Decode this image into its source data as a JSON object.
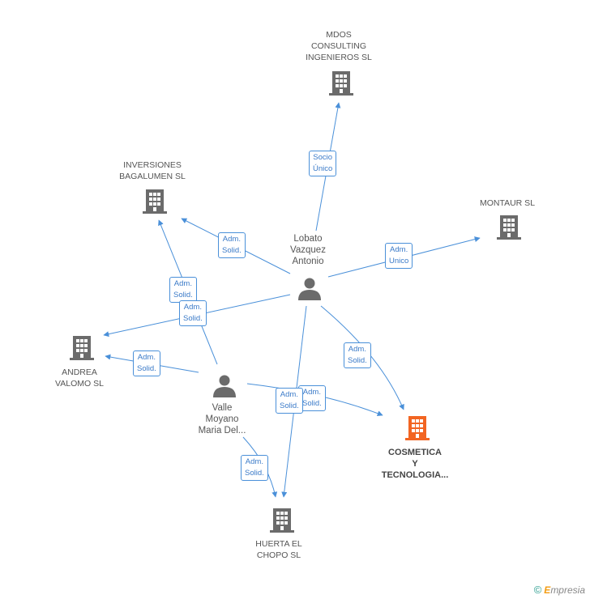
{
  "nodes": {
    "mdos": {
      "label": "MDOS\nCONSULTING\nINGENIEROS SL"
    },
    "inversiones": {
      "label": "INVERSIONES\nBAGALUMEN SL"
    },
    "montaur": {
      "label": "MONTAUR SL"
    },
    "andrea": {
      "label": "ANDREA\nVALOMO SL"
    },
    "cosmetica": {
      "label": "COSMETICA\nY\nTECNOLOGIA..."
    },
    "huerta": {
      "label": "HUERTA EL\nCHOPO SL"
    },
    "lobato": {
      "label": "Lobato\nVazquez\nAntonio"
    },
    "valle": {
      "label": "Valle\nMoyano\nMaria Del..."
    }
  },
  "edges": {
    "lobato_mdos": "Socio\nÚnico",
    "lobato_inversiones": "Adm.\nSolid.",
    "lobato_montaur": "Adm.\nUnico",
    "valle_inversiones": "Adm.\nSolid.",
    "lobato_andrea": "Adm.\nSolid.",
    "valle_andrea": "Adm.\nSolid.",
    "lobato_cosmetica": "Adm.\nSolid.",
    "valle_cosmetica": "Adm.\nSolid.",
    "lobato_huerta": "Adm.\nSolid.",
    "valle_huerta": "Adm.\nSolid."
  },
  "colors": {
    "edge": "#4a90d9",
    "company": "#6b6b6b",
    "focus_company": "#f26522",
    "person": "#6b6b6b"
  },
  "footer": {
    "copyright": "©",
    "brand": "mpresia",
    "brand_initial": "E"
  }
}
